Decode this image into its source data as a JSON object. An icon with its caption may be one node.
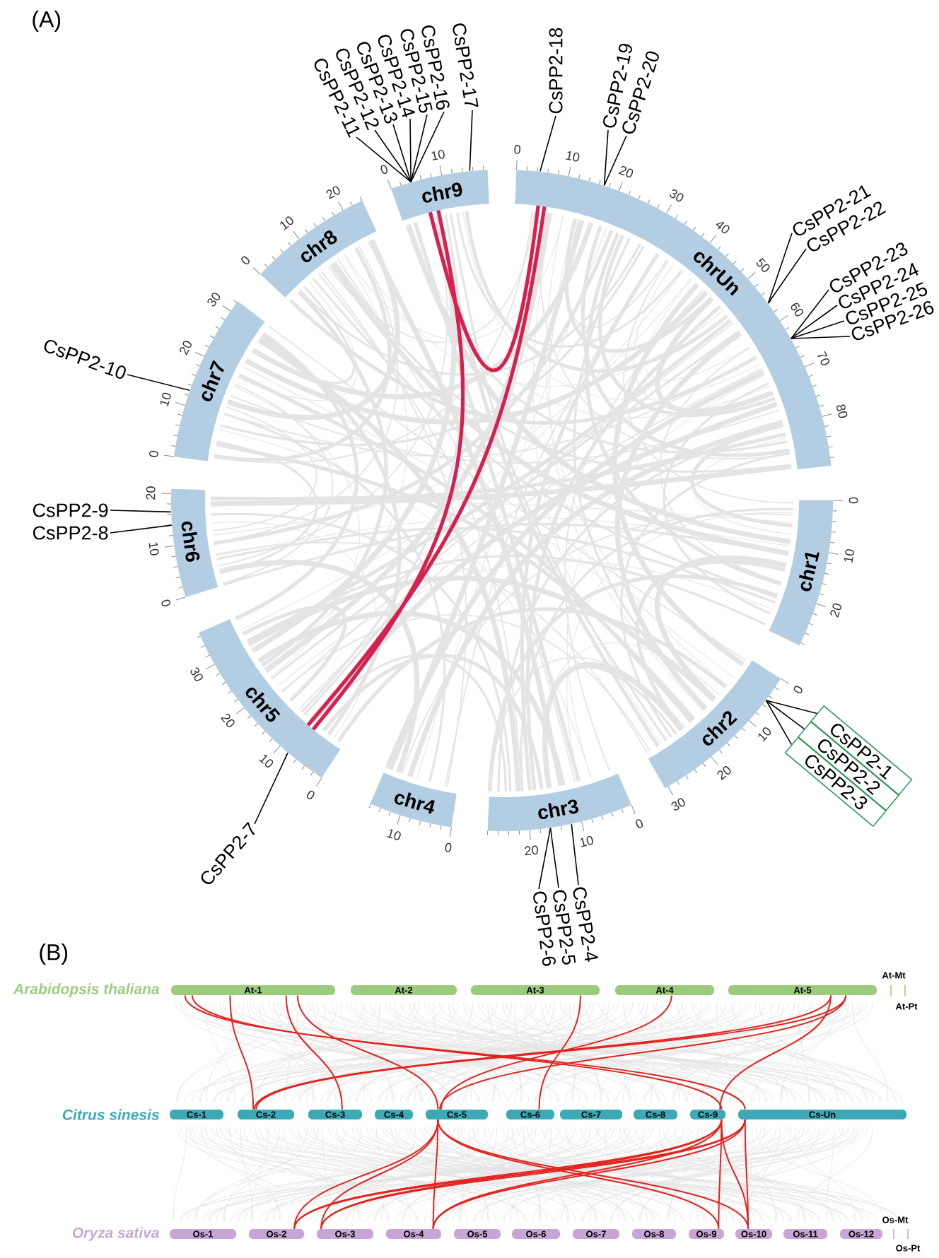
{
  "diagram": {
    "nodes": [
      {
        "text": [
          "chr1"
        ],
        "beside": [
          "0",
          "10",
          "20"
        ]
      },
      {
        "text": [
          "chr2"
        ],
        "beside": [
          "0",
          "10",
          "20",
          "30"
        ]
      },
      {
        "text": [
          "chr3"
        ],
        "beside": [
          "0",
          "10",
          "20"
        ]
      },
      {
        "text": [
          "chr4"
        ],
        "beside": [
          "0",
          "10"
        ]
      },
      {
        "text": [
          "chr5"
        ],
        "beside": [
          "0",
          "10",
          "20",
          "30"
        ]
      },
      {
        "text": [
          "chr6"
        ],
        "beside": [
          "0",
          "10",
          "20"
        ]
      },
      {
        "text": [
          "chr7"
        ],
        "beside": [
          "0",
          "10",
          "20",
          "30"
        ]
      },
      {
        "text": [
          "chr8"
        ],
        "beside": [
          "0",
          "10",
          "20"
        ]
      },
      {
        "text": [
          "chr9"
        ],
        "beside": [
          "0",
          "10"
        ]
      },
      {
        "text": [
          "chrUn"
        ],
        "beside": [
          "0",
          "10",
          "20",
          "30",
          "40",
          "50",
          "60",
          "70",
          "80"
        ]
      },
      {
        "text": [
          "CsPP2-1"
        ]
      },
      {
        "text": [
          "CsPP2-2"
        ]
      },
      {
        "text": [
          "CsPP2-3"
        ]
      },
      {
        "text": [
          "CsPP2-4"
        ]
      },
      {
        "text": [
          "CsPP2-5"
        ]
      },
      {
        "text": [
          "CsPP2-6"
        ]
      },
      {
        "text": [
          "CsPP2-7"
        ]
      },
      {
        "text": [
          "CsPP2-8"
        ]
      },
      {
        "text": [
          "CsPP2-9"
        ]
      },
      {
        "text": [
          "CsPP2-10"
        ]
      },
      {
        "text": [
          "CsPP2-11"
        ]
      },
      {
        "text": [
          "CsPP2-12"
        ]
      },
      {
        "text": [
          "CsPP2-13"
        ]
      },
      {
        "text": [
          "CsPP2-14"
        ]
      },
      {
        "text": [
          "CsPP2-15"
        ]
      },
      {
        "text": [
          "CsPP2-16"
        ]
      },
      {
        "text": [
          "CsPP2-17"
        ]
      },
      {
        "text": [
          "CsPP2-18"
        ]
      },
      {
        "text": [
          "CsPP2-19"
        ]
      },
      {
        "text": [
          "CsPP2-20"
        ]
      },
      {
        "text": [
          "CsPP2-21"
        ]
      },
      {
        "text": [
          "CsPP2-22"
        ]
      },
      {
        "text": [
          "CsPP2-23"
        ]
      },
      {
        "text": [
          "CsPP2-24"
        ]
      },
      {
        "text": [
          "CsPP2-25"
        ]
      },
      {
        "text": [
          "CsPP2-26"
        ]
      },
      {
        "text": [
          "At-1"
        ]
      },
      {
        "text": [
          "At-2"
        ]
      },
      {
        "text": [
          "At-3"
        ]
      },
      {
        "text": [
          "At-4"
        ]
      },
      {
        "text": [
          "At-5"
        ]
      },
      {
        "text": [
          "Cs-1"
        ]
      },
      {
        "text": [
          "Cs-2"
        ]
      },
      {
        "text": [
          "Cs-3"
        ]
      },
      {
        "text": [
          "Cs-4"
        ]
      },
      {
        "text": [
          "Cs-5"
        ]
      },
      {
        "text": [
          "Cs-6"
        ]
      },
      {
        "text": [
          "Cs-7"
        ]
      },
      {
        "text": [
          "Cs-8"
        ]
      },
      {
        "text": [
          "Cs-9"
        ]
      },
      {
        "text": [
          "Cs-Un"
        ]
      },
      {
        "text": [
          "Os-1"
        ]
      },
      {
        "text": [
          "Os-2"
        ]
      },
      {
        "text": [
          "Os-3"
        ]
      },
      {
        "text": [
          "Os-4"
        ]
      },
      {
        "text": [
          "Os-5"
        ]
      },
      {
        "text": [
          "Os-6"
        ]
      },
      {
        "text": [
          "Os-7"
        ]
      },
      {
        "text": [
          "Os-8"
        ]
      },
      {
        "text": [
          "Os-9"
        ]
      },
      {
        "text": [
          "Os-10"
        ]
      },
      {
        "text": [
          "Os-11"
        ]
      },
      {
        "text": [
          "Os-12"
        ]
      }
    ],
    "edges": [
      {
        "from": 10,
        "to": 1,
        "arrow": "none"
      },
      {
        "from": 11,
        "to": 1,
        "arrow": "none"
      },
      {
        "from": 12,
        "to": 1,
        "arrow": "none"
      },
      {
        "from": 13,
        "to": 2,
        "arrow": "none"
      },
      {
        "from": 14,
        "to": 2,
        "arrow": "none"
      },
      {
        "from": 15,
        "to": 2,
        "arrow": "none"
      },
      {
        "from": 16,
        "to": 4,
        "arrow": "none"
      },
      {
        "from": 17,
        "to": 5,
        "arrow": "none"
      },
      {
        "from": 18,
        "to": 5,
        "arrow": "none"
      },
      {
        "from": 19,
        "to": 6,
        "arrow": "none"
      },
      {
        "from": 20,
        "to": 8,
        "arrow": "none"
      },
      {
        "from": 21,
        "to": 8,
        "arrow": "none"
      },
      {
        "from": 22,
        "to": 8,
        "arrow": "none"
      },
      {
        "from": 23,
        "to": 8,
        "arrow": "none"
      },
      {
        "from": 24,
        "to": 8,
        "arrow": "none"
      },
      {
        "from": 25,
        "to": 8,
        "arrow": "none"
      },
      {
        "from": 26,
        "to": 8,
        "arrow": "none"
      },
      {
        "from": 27,
        "to": 9,
        "arrow": "none"
      },
      {
        "from": 28,
        "to": 9,
        "arrow": "none"
      },
      {
        "from": 29,
        "to": 9,
        "arrow": "none"
      },
      {
        "from": 30,
        "to": 9,
        "arrow": "none"
      },
      {
        "from": 31,
        "to": 9,
        "arrow": "none"
      },
      {
        "from": 32,
        "to": 9,
        "arrow": "none"
      },
      {
        "from": 33,
        "to": 9,
        "arrow": "none"
      },
      {
        "from": 34,
        "to": 9,
        "arrow": "none"
      },
      {
        "from": 35,
        "to": 9,
        "arrow": "none"
      },
      {
        "from": 8,
        "to": 9,
        "arrow": "none",
        "style": "thick",
        "color": "#d6204f"
      },
      {
        "from": 8,
        "to": 4,
        "arrow": "none",
        "style": "thick",
        "color": "#d6204f"
      },
      {
        "from": 9,
        "to": 4,
        "arrow": "none",
        "style": "thick",
        "color": "#d6204f"
      },
      {
        "from": 36,
        "to": 50,
        "arrow": "none",
        "color": "#e3231e"
      },
      {
        "from": 36,
        "to": 49,
        "arrow": "none",
        "color": "#e3231e"
      },
      {
        "from": 36,
        "to": 42,
        "arrow": "none",
        "color": "#e3231e"
      },
      {
        "from": 36,
        "to": 43,
        "arrow": "none",
        "color": "#e3231e"
      },
      {
        "from": 36,
        "to": 45,
        "arrow": "none",
        "color": "#e3231e"
      },
      {
        "from": 38,
        "to": 46,
        "arrow": "none",
        "color": "#e3231e"
      },
      {
        "from": 39,
        "to": 45,
        "arrow": "none",
        "color": "#e3231e"
      },
      {
        "from": 40,
        "to": 42,
        "arrow": "none",
        "color": "#e3231e"
      },
      {
        "from": 40,
        "to": 42,
        "arrow": "none",
        "color": "#e3231e"
      },
      {
        "from": 40,
        "to": 45,
        "arrow": "none",
        "color": "#e3231e"
      },
      {
        "from": 40,
        "to": 49,
        "arrow": "none",
        "color": "#e3231e"
      },
      {
        "from": 45,
        "to": 52,
        "arrow": "none",
        "color": "#e3231e"
      },
      {
        "from": 45,
        "to": 53,
        "arrow": "none",
        "color": "#e3231e"
      },
      {
        "from": 45,
        "to": 54,
        "arrow": "none",
        "color": "#e3231e"
      },
      {
        "from": 45,
        "to": 59,
        "arrow": "none",
        "color": "#e3231e"
      },
      {
        "from": 45,
        "to": 60,
        "arrow": "none",
        "color": "#e3231e"
      },
      {
        "from": 49,
        "to": 52,
        "arrow": "none",
        "color": "#e3231e"
      },
      {
        "from": 49,
        "to": 53,
        "arrow": "none",
        "color": "#e3231e"
      },
      {
        "from": 49,
        "to": 54,
        "arrow": "none",
        "color": "#e3231e"
      },
      {
        "from": 49,
        "to": 59,
        "arrow": "none",
        "color": "#e3231e"
      },
      {
        "from": 49,
        "to": 60,
        "arrow": "none",
        "color": "#e3231e"
      },
      {
        "from": 50,
        "to": 52,
        "arrow": "none",
        "color": "#e3231e"
      },
      {
        "from": 50,
        "to": 53,
        "arrow": "none",
        "color": "#e3231e"
      },
      {
        "from": 50,
        "to": 54,
        "arrow": "none",
        "color": "#e3231e"
      },
      {
        "from": 50,
        "to": 60,
        "arrow": "none",
        "color": "#e3231e"
      }
    ],
    "labels": [
      "(A)",
      "(B)",
      "At-Mt",
      "Arabidopsis thaliana",
      "At-Pt",
      "Citrus sinesis",
      "Os-Mt",
      "Oryza sativa",
      "Os-Pt"
    ]
  }
}
